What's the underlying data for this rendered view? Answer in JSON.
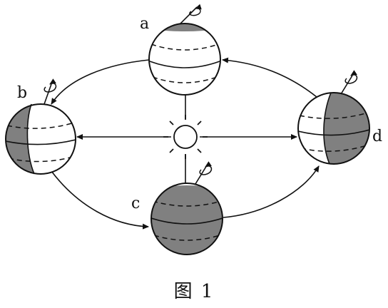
{
  "labels": {
    "a": "a",
    "b": "b",
    "c": "c",
    "d": "d"
  },
  "caption": "图 1",
  "colors": {
    "ink": "#111111",
    "shade": "#808080",
    "background": "#ffffff"
  },
  "icons": {
    "sun": "sun-icon",
    "rotation": "rotation-arrow-icon"
  }
}
